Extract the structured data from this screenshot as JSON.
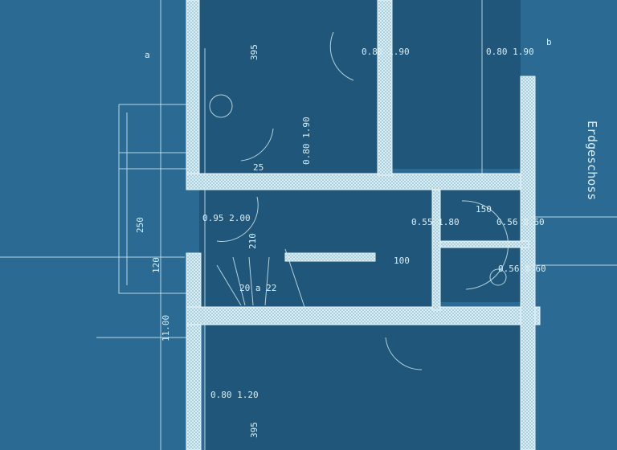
{
  "colors": {
    "paper": "#2b6b93",
    "room": "#1f5679",
    "lines": "#d8eef4"
  },
  "labels": {
    "corner_left": "a",
    "corner_right": "b",
    "dim_top_395": "395",
    "door_top_left": "0.80 1.90",
    "door_top_right": "0.80 1.90",
    "door_mid": "0.80 1.90",
    "dim_25": "25",
    "dim_250": "250",
    "dim_120": "120",
    "dim_1100": "11.00",
    "door_stair": "0.95 2.00",
    "dim_210": "210",
    "dim_100": "100",
    "dim_150": "150",
    "door_bath": "0.55 1.80",
    "window_small": "0.56 0.60",
    "window_small2": "0.56 0.60",
    "stairs": "20 a 22",
    "door_bottom_left": "0.80 1.20",
    "dim_bottom_395": "395",
    "title_vertical": "Erdgeschoss"
  }
}
